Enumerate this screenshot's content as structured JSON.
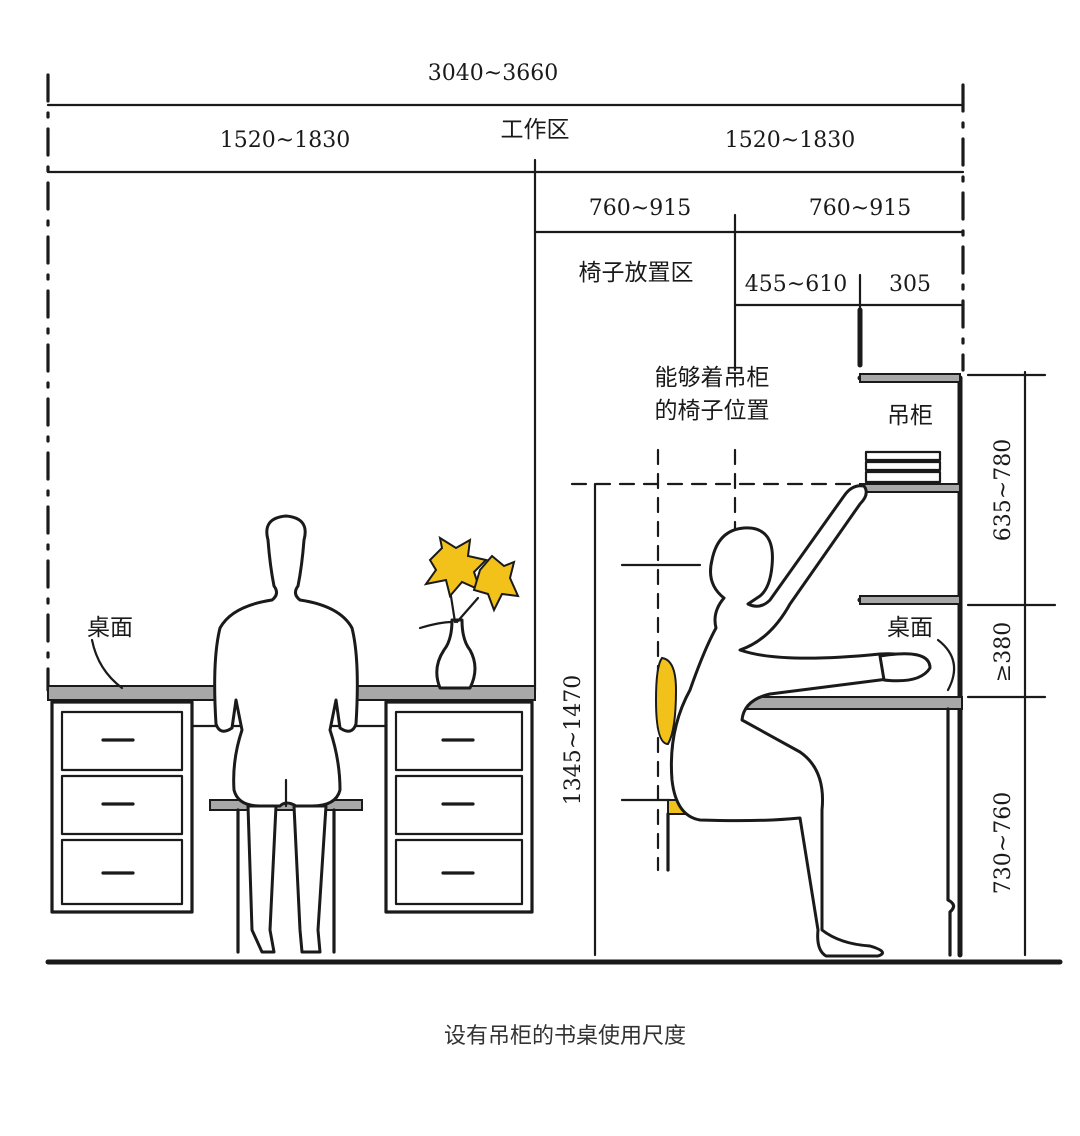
{
  "dimensions": {
    "total_width": "3040~3660",
    "left_half": "1520~1830",
    "right_half": "1520~1830",
    "chair_zone": "760~915",
    "reach_zone": "760~915",
    "knee_depth": "455~610",
    "cabinet_depth": "305",
    "cabinet_height": "635~780",
    "desk_to_cabinet": "≥380",
    "desk_height": "730~760",
    "reach_height": "1345~1470"
  },
  "labels": {
    "work_zone": "工作区",
    "chair_zone": "椅子放置区",
    "reach_chair_line1": "能够着吊柜",
    "reach_chair_line2": "的椅子位置",
    "cabinet": "吊柜",
    "desktop_left": "桌面",
    "desktop_right": "桌面"
  },
  "caption": "设有吊柜的书桌使用尺度",
  "colors": {
    "accent_yellow": "#f2c21b",
    "line": "#1a1a1a",
    "grey": "#a8a8a8"
  }
}
